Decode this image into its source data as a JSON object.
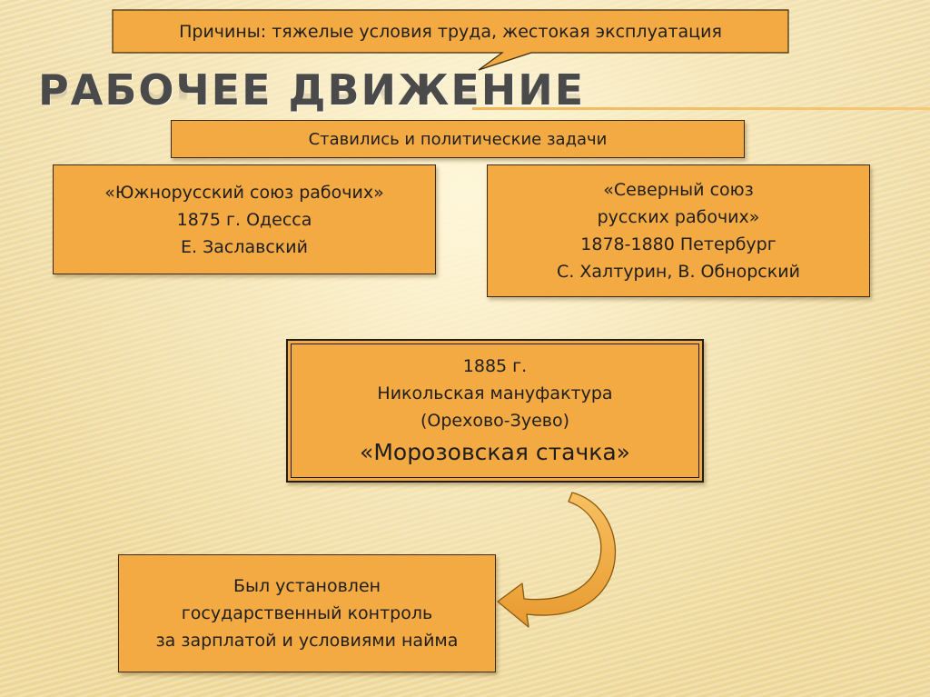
{
  "callout": {
    "text": "Причины: тяжелые условия труда, жестокая эксплуатация"
  },
  "title": "РАБОЧЕЕ ДВИЖЕНИЕ",
  "political": {
    "text": "Ставились и политические задачи"
  },
  "south": {
    "name": "«Южнорусский союз рабочих»",
    "date_place": "1875 г. Одесса",
    "person": "Е. Заславский"
  },
  "north": {
    "name_line1": "«Северный союз",
    "name_line2": "русских рабочих»",
    "date_place": "1878-1880  Петербург",
    "persons": "С. Халтурин, В. Обнорский"
  },
  "strike": {
    "year": "1885 г.",
    "place": "Никольская мануфактура",
    "town": "(Орехово-Зуево)",
    "name": "«Морозовская стачка»"
  },
  "result": {
    "line1": "Был установлен",
    "line2": "государственный контроль",
    "line3": "за зарплатой и условиями найма"
  },
  "colors": {
    "box_fill": "#f4aa42",
    "title_text": "#4a4a4a",
    "accent_line": "#f0b85a"
  }
}
